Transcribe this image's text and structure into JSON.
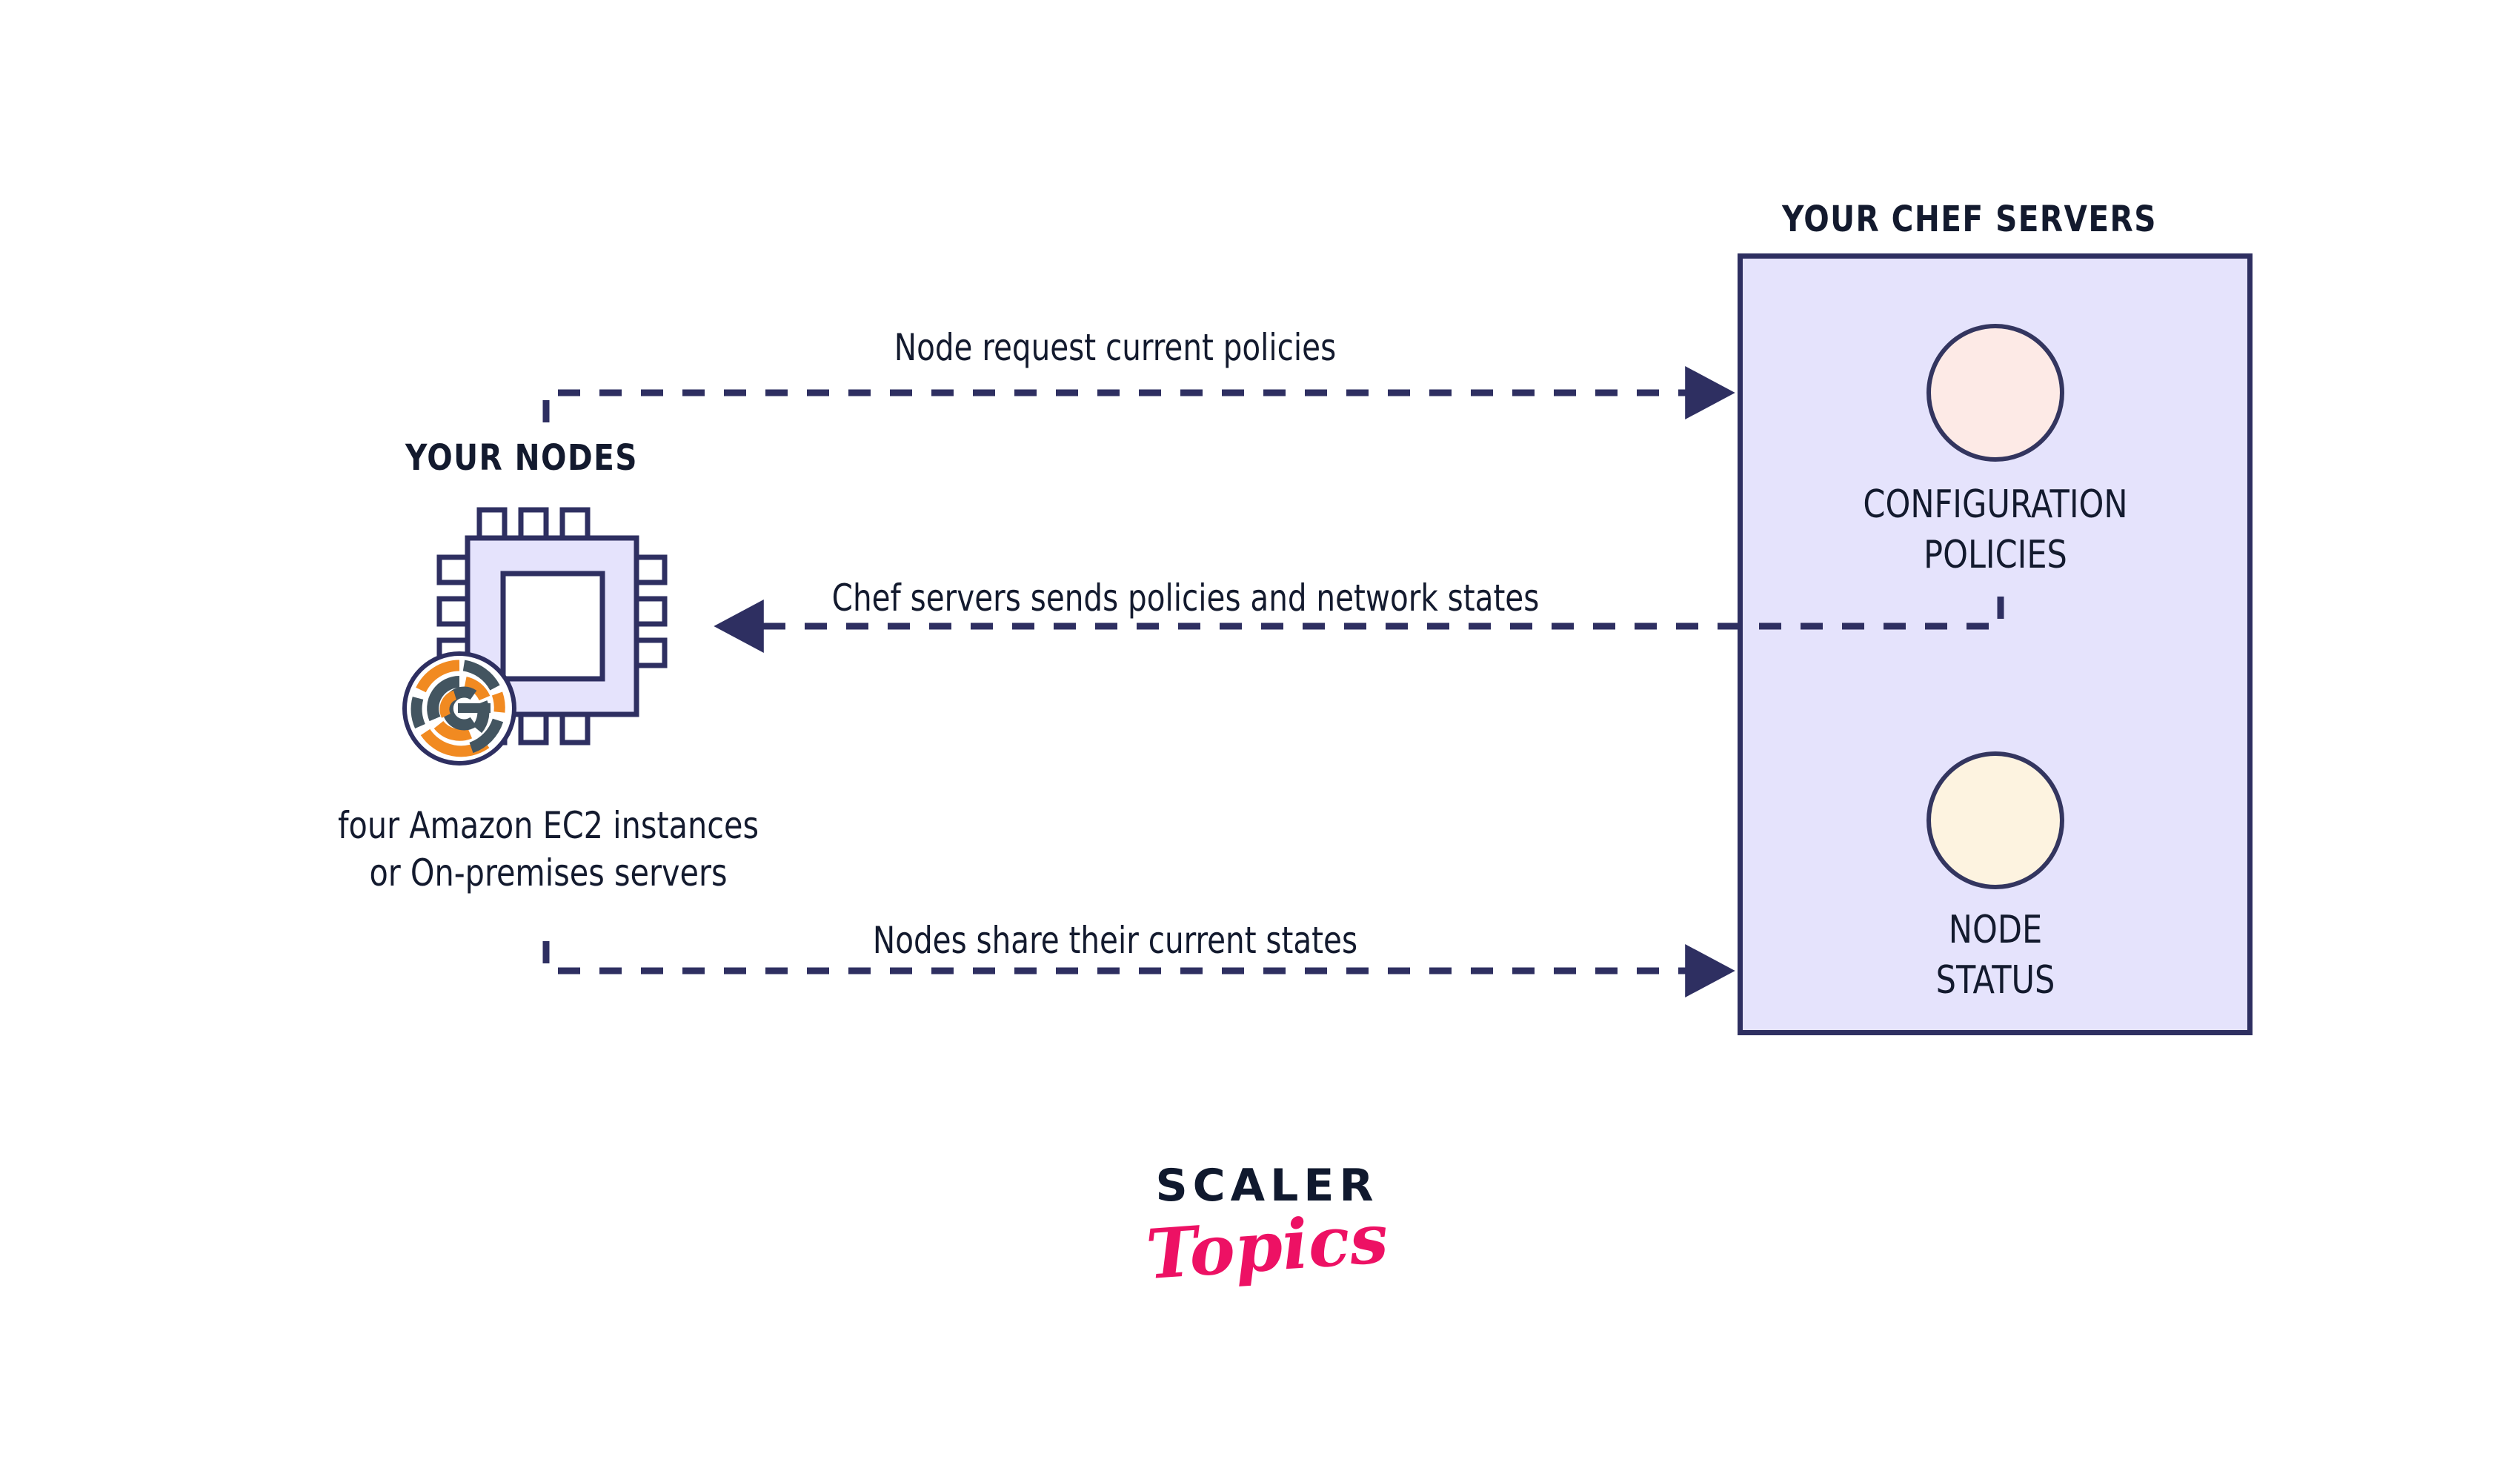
{
  "diagram": {
    "title": "Chef node and Chef server communication diagram",
    "background_color": "#ffffff",
    "accent_colors": {
      "navy": "#2e2f61",
      "box_fill": "#e5e3fc",
      "policies_circle": "#fdeae6",
      "status_circle": "#fdf3e0",
      "chef_orange": "#f18a21",
      "chef_slate": "#435560",
      "logo_pink": "#ed1164",
      "text": "#131a2e"
    }
  },
  "nodes_side": {
    "heading": "YOUR NODES",
    "icon_name": "cpu-chip-icon",
    "badge_icon_name": "chef-logo-icon",
    "caption_line_1": "four Amazon EC2 instances",
    "caption_line_2": "or On-premises servers"
  },
  "servers_side": {
    "heading": "YOUR CHEF SERVERS",
    "items": [
      {
        "circle_name": "configuration-policies-circle",
        "circle_color": "#fdeae6",
        "caption_line_1": "CONFIGURATION",
        "caption_line_2": "POLICIES"
      },
      {
        "circle_name": "node-status-circle",
        "circle_color": "#fdf3e0",
        "caption_line_1": "NODE",
        "caption_line_2": "STATUS"
      }
    ]
  },
  "arrows": [
    {
      "name": "arrow-node-request",
      "label": "Node request current policies",
      "direction": "nodes-to-servers",
      "style": "dashed"
    },
    {
      "name": "arrow-server-send",
      "label": "Chef servers sends policies and network states",
      "direction": "servers-to-nodes",
      "style": "dashed"
    },
    {
      "name": "arrow-node-share",
      "label": "Nodes share their current states",
      "direction": "nodes-to-servers",
      "style": "dashed"
    }
  ],
  "branding": {
    "wordmark_top": "SCALER",
    "wordmark_bottom": "Topics"
  }
}
